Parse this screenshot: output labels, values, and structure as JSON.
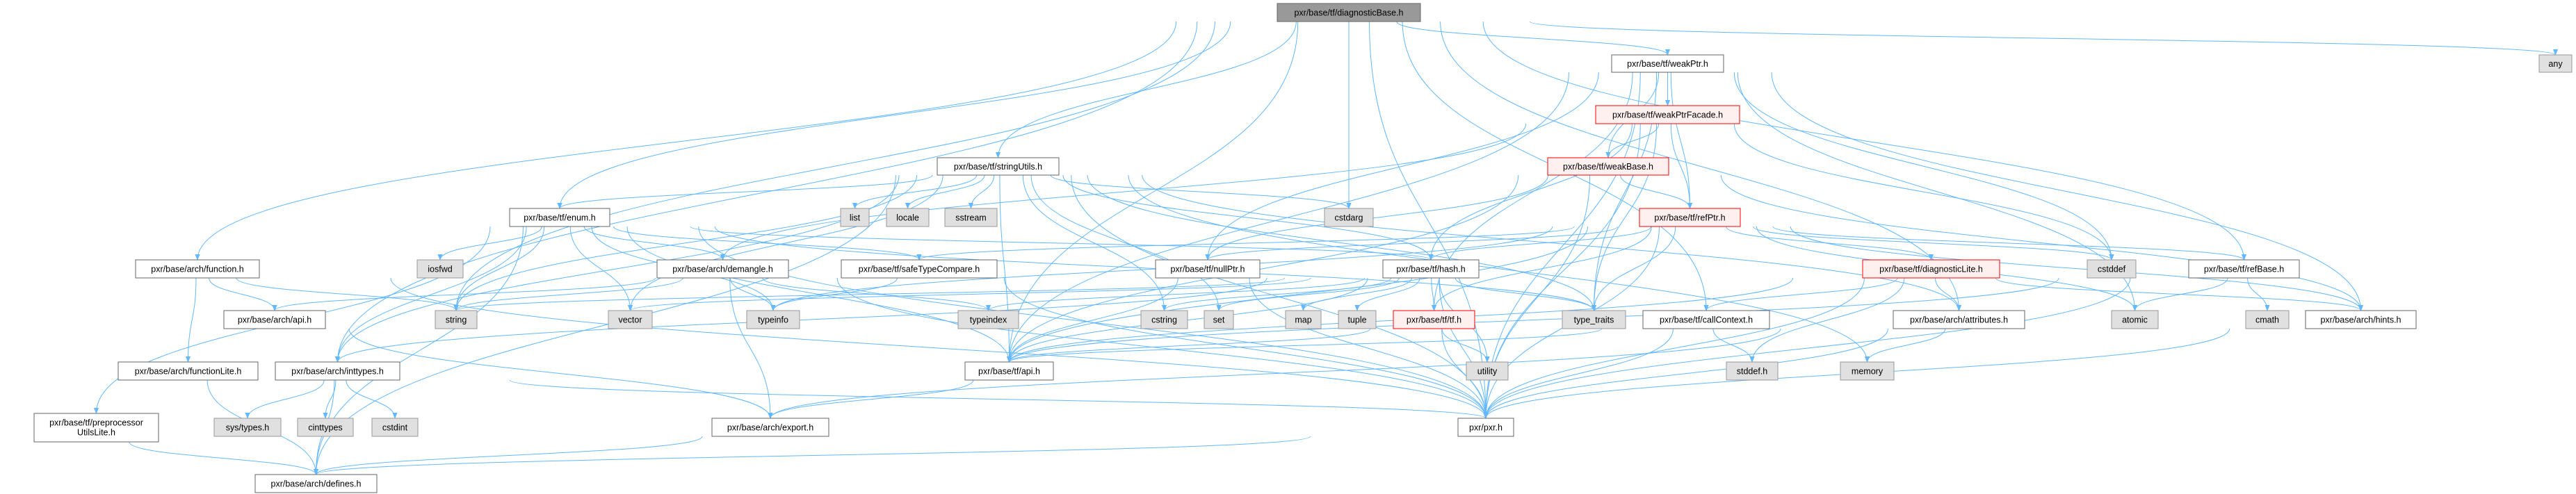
{
  "graph": {
    "title": "pxr/base/tf/diagnosticBase.h",
    "colors": {
      "edge": "#63b8ff",
      "root_fill": "#999999",
      "normal_border": "#666666",
      "system_fill": "#e0e0e0",
      "incomplete_border": "#ff0000",
      "incomplete_fill": "#fff0f0"
    },
    "nodes": {
      "diagnosticBase": {
        "label": "pxr/base/tf/diagnosticBase.h",
        "kind": "root"
      },
      "weakPtr": {
        "label": "pxr/base/tf/weakPtr.h",
        "kind": "normal"
      },
      "any": {
        "label": "any",
        "kind": "system"
      },
      "weakPtrFacade": {
        "label": "pxr/base/tf/weakPtrFacade.h",
        "kind": "incomplete"
      },
      "stringUtils": {
        "label": "pxr/base/tf/stringUtils.h",
        "kind": "normal"
      },
      "weakBase": {
        "label": "pxr/base/tf/weakBase.h",
        "kind": "incomplete"
      },
      "enum": {
        "label": "pxr/base/tf/enum.h",
        "kind": "normal"
      },
      "list": {
        "label": "list",
        "kind": "system"
      },
      "locale": {
        "label": "locale",
        "kind": "system"
      },
      "sstream": {
        "label": "sstream",
        "kind": "system"
      },
      "cstdarg": {
        "label": "cstdarg",
        "kind": "system"
      },
      "refPtr": {
        "label": "pxr/base/tf/refPtr.h",
        "kind": "incomplete"
      },
      "function": {
        "label": "pxr/base/arch/function.h",
        "kind": "normal"
      },
      "iosfwd": {
        "label": "iosfwd",
        "kind": "system"
      },
      "demangle": {
        "label": "pxr/base/arch/demangle.h",
        "kind": "normal"
      },
      "safeTypeCompare": {
        "label": "pxr/base/tf/safeTypeCompare.h",
        "kind": "normal"
      },
      "nullPtr": {
        "label": "pxr/base/tf/nullPtr.h",
        "kind": "normal"
      },
      "hash": {
        "label": "pxr/base/tf/hash.h",
        "kind": "normal"
      },
      "diagnosticLite": {
        "label": "pxr/base/tf/diagnosticLite.h",
        "kind": "incomplete"
      },
      "cstddef": {
        "label": "cstddef",
        "kind": "system"
      },
      "refBase": {
        "label": "pxr/base/tf/refBase.h",
        "kind": "normal"
      },
      "archApi": {
        "label": "pxr/base/arch/api.h",
        "kind": "normal"
      },
      "string": {
        "label": "string",
        "kind": "system"
      },
      "vector": {
        "label": "vector",
        "kind": "system"
      },
      "typeinfo": {
        "label": "typeinfo",
        "kind": "system"
      },
      "typeindex": {
        "label": "typeindex",
        "kind": "system"
      },
      "cstring": {
        "label": "cstring",
        "kind": "system"
      },
      "set": {
        "label": "set",
        "kind": "system"
      },
      "map": {
        "label": "map",
        "kind": "system"
      },
      "tuple": {
        "label": "tuple",
        "kind": "system"
      },
      "tf": {
        "label": "pxr/base/tf/tf.h",
        "kind": "incomplete"
      },
      "type_traits": {
        "label": "type_traits",
        "kind": "system"
      },
      "callContext": {
        "label": "pxr/base/tf/callContext.h",
        "kind": "normal"
      },
      "attributes": {
        "label": "pxr/base/arch/attributes.h",
        "kind": "normal"
      },
      "atomic": {
        "label": "atomic",
        "kind": "system"
      },
      "cmath": {
        "label": "cmath",
        "kind": "system"
      },
      "hints": {
        "label": "pxr/base/arch/hints.h",
        "kind": "normal"
      },
      "functionLite": {
        "label": "pxr/base/arch/functionLite.h",
        "kind": "normal"
      },
      "inttypes": {
        "label": "pxr/base/arch/inttypes.h",
        "kind": "normal"
      },
      "tfApi": {
        "label": "pxr/base/tf/api.h",
        "kind": "normal"
      },
      "utility": {
        "label": "utility",
        "kind": "system"
      },
      "stddef": {
        "label": "stddef.h",
        "kind": "system"
      },
      "memory": {
        "label": "memory",
        "kind": "system"
      },
      "preprocessorUtilsLite": {
        "label": "pxr/base/tf/preprocessor\nUtilsLite.h",
        "kind": "normal"
      },
      "systypes": {
        "label": "sys/types.h",
        "kind": "system"
      },
      "cinttypes": {
        "label": "cinttypes",
        "kind": "system"
      },
      "cstdint": {
        "label": "cstdint",
        "kind": "system"
      },
      "export": {
        "label": "pxr/base/arch/export.h",
        "kind": "normal"
      },
      "pxr": {
        "label": "pxr/pxr.h",
        "kind": "normal"
      },
      "defines": {
        "label": "pxr/base/arch/defines.h",
        "kind": "normal"
      }
    },
    "edges": [
      [
        "diagnosticBase",
        "weakPtr"
      ],
      [
        "diagnosticBase",
        "any"
      ],
      [
        "diagnosticBase",
        "stringUtils"
      ],
      [
        "diagnosticBase",
        "enum"
      ],
      [
        "diagnosticBase",
        "cstdarg"
      ],
      [
        "diagnosticBase",
        "callContext"
      ],
      [
        "diagnosticBase",
        "refBase"
      ],
      [
        "diagnosticBase",
        "function"
      ],
      [
        "diagnosticBase",
        "inttypes"
      ],
      [
        "diagnosticBase",
        "tfApi"
      ],
      [
        "diagnosticBase",
        "string"
      ],
      [
        "diagnosticBase",
        "attributes"
      ],
      [
        "diagnosticBase",
        "pxr"
      ],
      [
        "weakPtr",
        "weakPtrFacade"
      ],
      [
        "weakPtr",
        "weakBase"
      ],
      [
        "weakPtr",
        "refPtr"
      ],
      [
        "weakPtr",
        "nullPtr"
      ],
      [
        "weakPtr",
        "tf"
      ],
      [
        "weakPtr",
        "cstddef"
      ],
      [
        "weakPtr",
        "type_traits"
      ],
      [
        "weakPtr",
        "hints"
      ],
      [
        "weakPtr",
        "pxr"
      ],
      [
        "weakPtr",
        "tfApi"
      ],
      [
        "weakPtr",
        "atomic"
      ],
      [
        "weakPtrFacade",
        "weakBase"
      ],
      [
        "weakPtrFacade",
        "refPtr"
      ],
      [
        "weakPtrFacade",
        "hash"
      ],
      [
        "weakPtrFacade",
        "demangle"
      ],
      [
        "weakPtrFacade",
        "cstddef"
      ],
      [
        "weakPtrFacade",
        "type_traits"
      ],
      [
        "weakPtrFacade",
        "pxr"
      ],
      [
        "weakBase",
        "refPtr"
      ],
      [
        "weakBase",
        "nullPtr"
      ],
      [
        "weakBase",
        "tfApi"
      ],
      [
        "weakBase",
        "pxr"
      ],
      [
        "weakBase",
        "hints"
      ],
      [
        "stringUtils",
        "enum"
      ],
      [
        "stringUtils",
        "list"
      ],
      [
        "stringUtils",
        "locale"
      ],
      [
        "stringUtils",
        "sstream"
      ],
      [
        "stringUtils",
        "cstdarg"
      ],
      [
        "stringUtils",
        "set"
      ],
      [
        "stringUtils",
        "string"
      ],
      [
        "stringUtils",
        "vector"
      ],
      [
        "stringUtils",
        "type_traits"
      ],
      [
        "stringUtils",
        "cstring"
      ],
      [
        "stringUtils",
        "memory"
      ],
      [
        "stringUtils",
        "inttypes"
      ],
      [
        "stringUtils",
        "attributes"
      ],
      [
        "stringUtils",
        "tfApi"
      ],
      [
        "stringUtils",
        "hash"
      ],
      [
        "stringUtils",
        "pxr"
      ],
      [
        "stringUtils",
        "defines"
      ],
      [
        "enum",
        "iosfwd"
      ],
      [
        "enum",
        "demangle"
      ],
      [
        "enum",
        "safeTypeCompare"
      ],
      [
        "enum",
        "string"
      ],
      [
        "enum",
        "vector"
      ],
      [
        "enum",
        "typeinfo"
      ],
      [
        "enum",
        "preprocessorUtilsLite"
      ],
      [
        "enum",
        "tfApi"
      ],
      [
        "enum",
        "pxr"
      ],
      [
        "enum",
        "defines"
      ],
      [
        "enum",
        "hash"
      ],
      [
        "enum",
        "inttypes"
      ],
      [
        "enum",
        "type_traits"
      ],
      [
        "refPtr",
        "hash"
      ],
      [
        "refPtr",
        "nullPtr"
      ],
      [
        "refPtr",
        "diagnosticLite"
      ],
      [
        "refPtr",
        "refBase"
      ],
      [
        "refPtr",
        "cstddef"
      ],
      [
        "refPtr",
        "safeTypeCompare"
      ],
      [
        "refPtr",
        "typeinfo"
      ],
      [
        "refPtr",
        "type_traits"
      ],
      [
        "refPtr",
        "atomic"
      ],
      [
        "refPtr",
        "hints"
      ],
      [
        "refPtr",
        "tf"
      ],
      [
        "refPtr",
        "tfApi"
      ],
      [
        "refPtr",
        "pxr"
      ],
      [
        "function",
        "archApi"
      ],
      [
        "function",
        "functionLite"
      ],
      [
        "function",
        "string"
      ],
      [
        "function",
        "pxr"
      ],
      [
        "demangle",
        "archApi"
      ],
      [
        "demangle",
        "string"
      ],
      [
        "demangle",
        "typeinfo"
      ],
      [
        "demangle",
        "typeindex"
      ],
      [
        "demangle",
        "pxr"
      ],
      [
        "demangle",
        "export"
      ],
      [
        "safeTypeCompare",
        "typeinfo"
      ],
      [
        "safeTypeCompare",
        "pxr"
      ],
      [
        "nullPtr",
        "tfApi"
      ],
      [
        "nullPtr",
        "pxr"
      ],
      [
        "hash",
        "tfApi"
      ],
      [
        "hash",
        "tf"
      ],
      [
        "hash",
        "inttypes"
      ],
      [
        "hash",
        "map"
      ],
      [
        "hash",
        "set"
      ],
      [
        "hash",
        "tuple"
      ],
      [
        "hash",
        "cstring"
      ],
      [
        "hash",
        "string"
      ],
      [
        "hash",
        "typeindex"
      ],
      [
        "hash",
        "type_traits"
      ],
      [
        "hash",
        "utility"
      ],
      [
        "hash",
        "vector"
      ],
      [
        "hash",
        "pxr"
      ],
      [
        "tf",
        "pxr"
      ],
      [
        "tf",
        "utility"
      ],
      [
        "tf",
        "tfApi"
      ],
      [
        "diagnosticLite",
        "callContext"
      ],
      [
        "diagnosticLite",
        "attributes"
      ],
      [
        "diagnosticLite",
        "tfApi"
      ],
      [
        "diagnosticLite",
        "stddef"
      ],
      [
        "diagnosticLite",
        "hints"
      ],
      [
        "diagnosticLite",
        "pxr"
      ],
      [
        "callContext",
        "tfApi"
      ],
      [
        "callContext",
        "stddef"
      ],
      [
        "callContext",
        "pxr"
      ],
      [
        "attributes",
        "memory"
      ],
      [
        "attributes",
        "export"
      ],
      [
        "attributes",
        "pxr"
      ],
      [
        "refBase",
        "atomic"
      ],
      [
        "refBase",
        "cmath"
      ],
      [
        "refBase",
        "tfApi"
      ],
      [
        "refBase",
        "pxr"
      ],
      [
        "hints",
        "pxr"
      ],
      [
        "archApi",
        "export"
      ],
      [
        "tfApi",
        "export"
      ],
      [
        "functionLite",
        "defines"
      ],
      [
        "inttypes",
        "defines"
      ],
      [
        "inttypes",
        "systypes"
      ],
      [
        "inttypes",
        "cinttypes"
      ],
      [
        "inttypes",
        "cstdint"
      ],
      [
        "inttypes",
        "pxr"
      ],
      [
        "preprocessorUtilsLite",
        "defines"
      ],
      [
        "export",
        "defines"
      ],
      [
        "pxr",
        "defines"
      ]
    ]
  }
}
